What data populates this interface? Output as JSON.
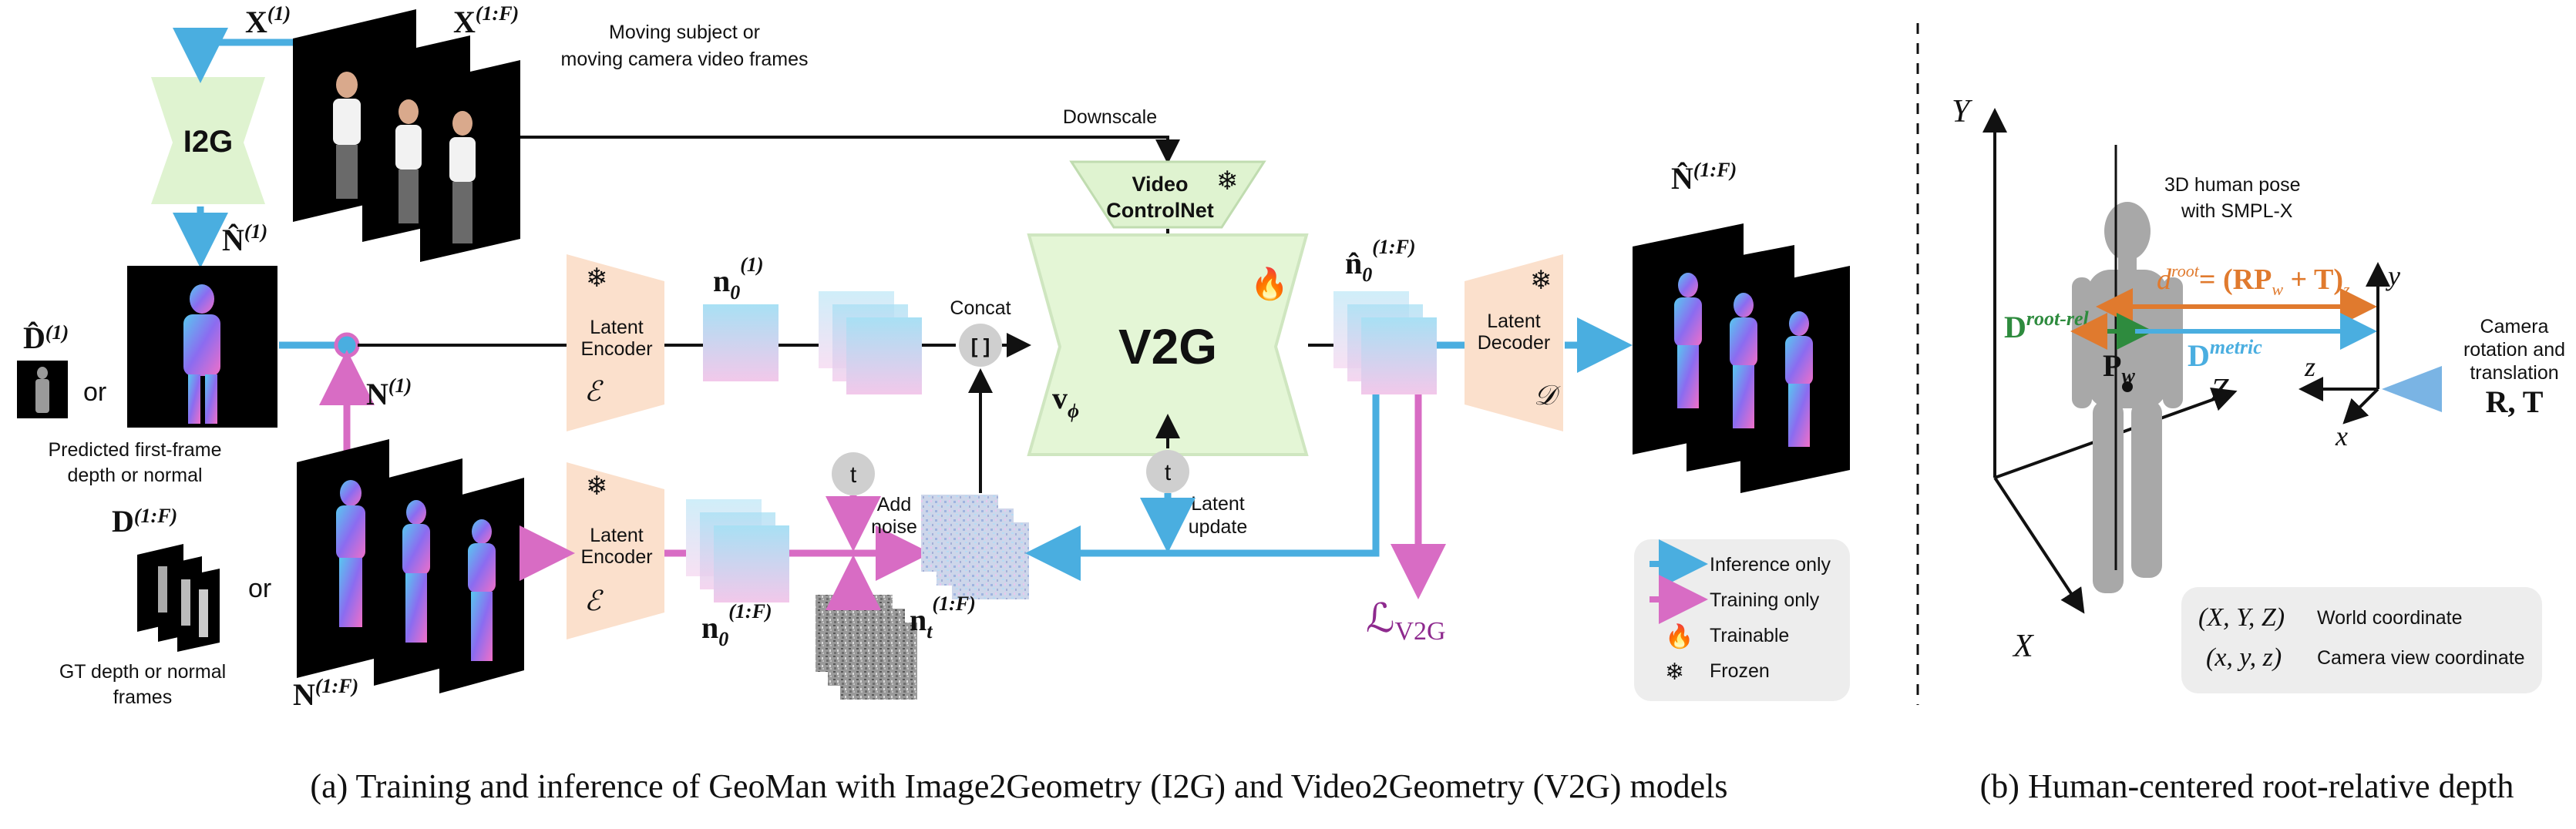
{
  "caption_a": "(a) Training and inference of GeoMan with Image2Geometry (I2G) and Video2Geometry (V2G) models",
  "caption_b": "(b) Human-centered root-relative depth",
  "video_frames_label": [
    "Moving subject or",
    "moving camera video frames"
  ],
  "x1": {
    "base": "X",
    "sup": "(1)"
  },
  "x1f": {
    "base": "X",
    "sup": "(1:F)"
  },
  "i2g_label": "I2G",
  "nhat1": {
    "base": "N̂",
    "sup": "(1)"
  },
  "dhat1": {
    "base": "D̂",
    "sup": "(1)"
  },
  "or_text": "or",
  "predicted_label": [
    "Predicted first-frame",
    "depth or normal"
  ],
  "n1": {
    "base": "N",
    "sup": "(1)"
  },
  "d1f": {
    "base": "D",
    "sup": "(1:F)"
  },
  "gt_label": [
    "GT depth or normal",
    "frames"
  ],
  "n1f": {
    "base": "N",
    "sup": "(1:F)"
  },
  "latent_encoder": [
    "Latent",
    "Encoder"
  ],
  "enc_symbol": "ℰ",
  "n0_1": {
    "base": "n",
    "sub": "0",
    "sup": "(1)"
  },
  "n0_1f": {
    "base": "n",
    "sub": "0",
    "sup": "(1:F)"
  },
  "nt_1f": {
    "base": "n",
    "sub": "t",
    "sup": "(1:F)"
  },
  "concat_label": "Concat",
  "concat_symbol": "[ ]",
  "t_symbol": "t",
  "add_noise": [
    "Add",
    "noise"
  ],
  "downscale": "Downscale",
  "video_controlnet": [
    "Video",
    "ControlNet"
  ],
  "v2g_label": "V2G",
  "v_phi": {
    "base": "v",
    "sub": "ϕ"
  },
  "latent_update": [
    "Latent",
    "update"
  ],
  "nhat0_1f": {
    "base": "n̂",
    "sub": "0",
    "sup": "(1:F)"
  },
  "latent_decoder": [
    "Latent",
    "Decoder"
  ],
  "dec_symbol": "𝒟",
  "nhat_1f": {
    "base": "N̂",
    "sup": "(1:F)"
  },
  "loss": {
    "base": "ℒ",
    "sub": "V2G"
  },
  "legend": [
    {
      "label": "Inference only",
      "kind": "arrow",
      "color": "#4aaee0"
    },
    {
      "label": "Training only",
      "kind": "arrow",
      "color": "#d86cc4"
    },
    {
      "label": "Trainable",
      "kind": "fire-icon"
    },
    {
      "label": "Frozen",
      "kind": "snowflake-icon"
    }
  ],
  "axis_Y": "Y",
  "axis_Z": "Z",
  "axis_X": "X",
  "pose_label": [
    "3D human pose",
    "with SMPL-X"
  ],
  "d_root": {
    "base": "d",
    "sup": "root",
    "rhs": "= (RP",
    "rhs_sub": "w",
    "rhs_tail": " + T)",
    "rhs_tail_sub": "z"
  },
  "d_root_rel": {
    "base": "D",
    "sup": "root-rel"
  },
  "d_metric": {
    "base": "D",
    "sup": "metric"
  },
  "p_w": {
    "base": "P",
    "sub": "w"
  },
  "cam_y": "y",
  "cam_z": "z",
  "cam_x": "x",
  "camera_label": [
    "Camera",
    "rotation and",
    "translation"
  ],
  "rt_label": "R, T",
  "coord_legend": [
    {
      "symbol": "(X, Y, Z)",
      "label": "World coordinate"
    },
    {
      "symbol": "(x, y, z)",
      "label": "Camera view coordinate"
    }
  ],
  "colors": {
    "blue": "#4aaee0",
    "pink": "#d86cc4",
    "orange": "#e07a2e",
    "green": "#2e8b3e",
    "v2g_green": "#e4f6d6",
    "encoder_peach": "#fbe0cc",
    "purple": "#8e2a8e"
  }
}
